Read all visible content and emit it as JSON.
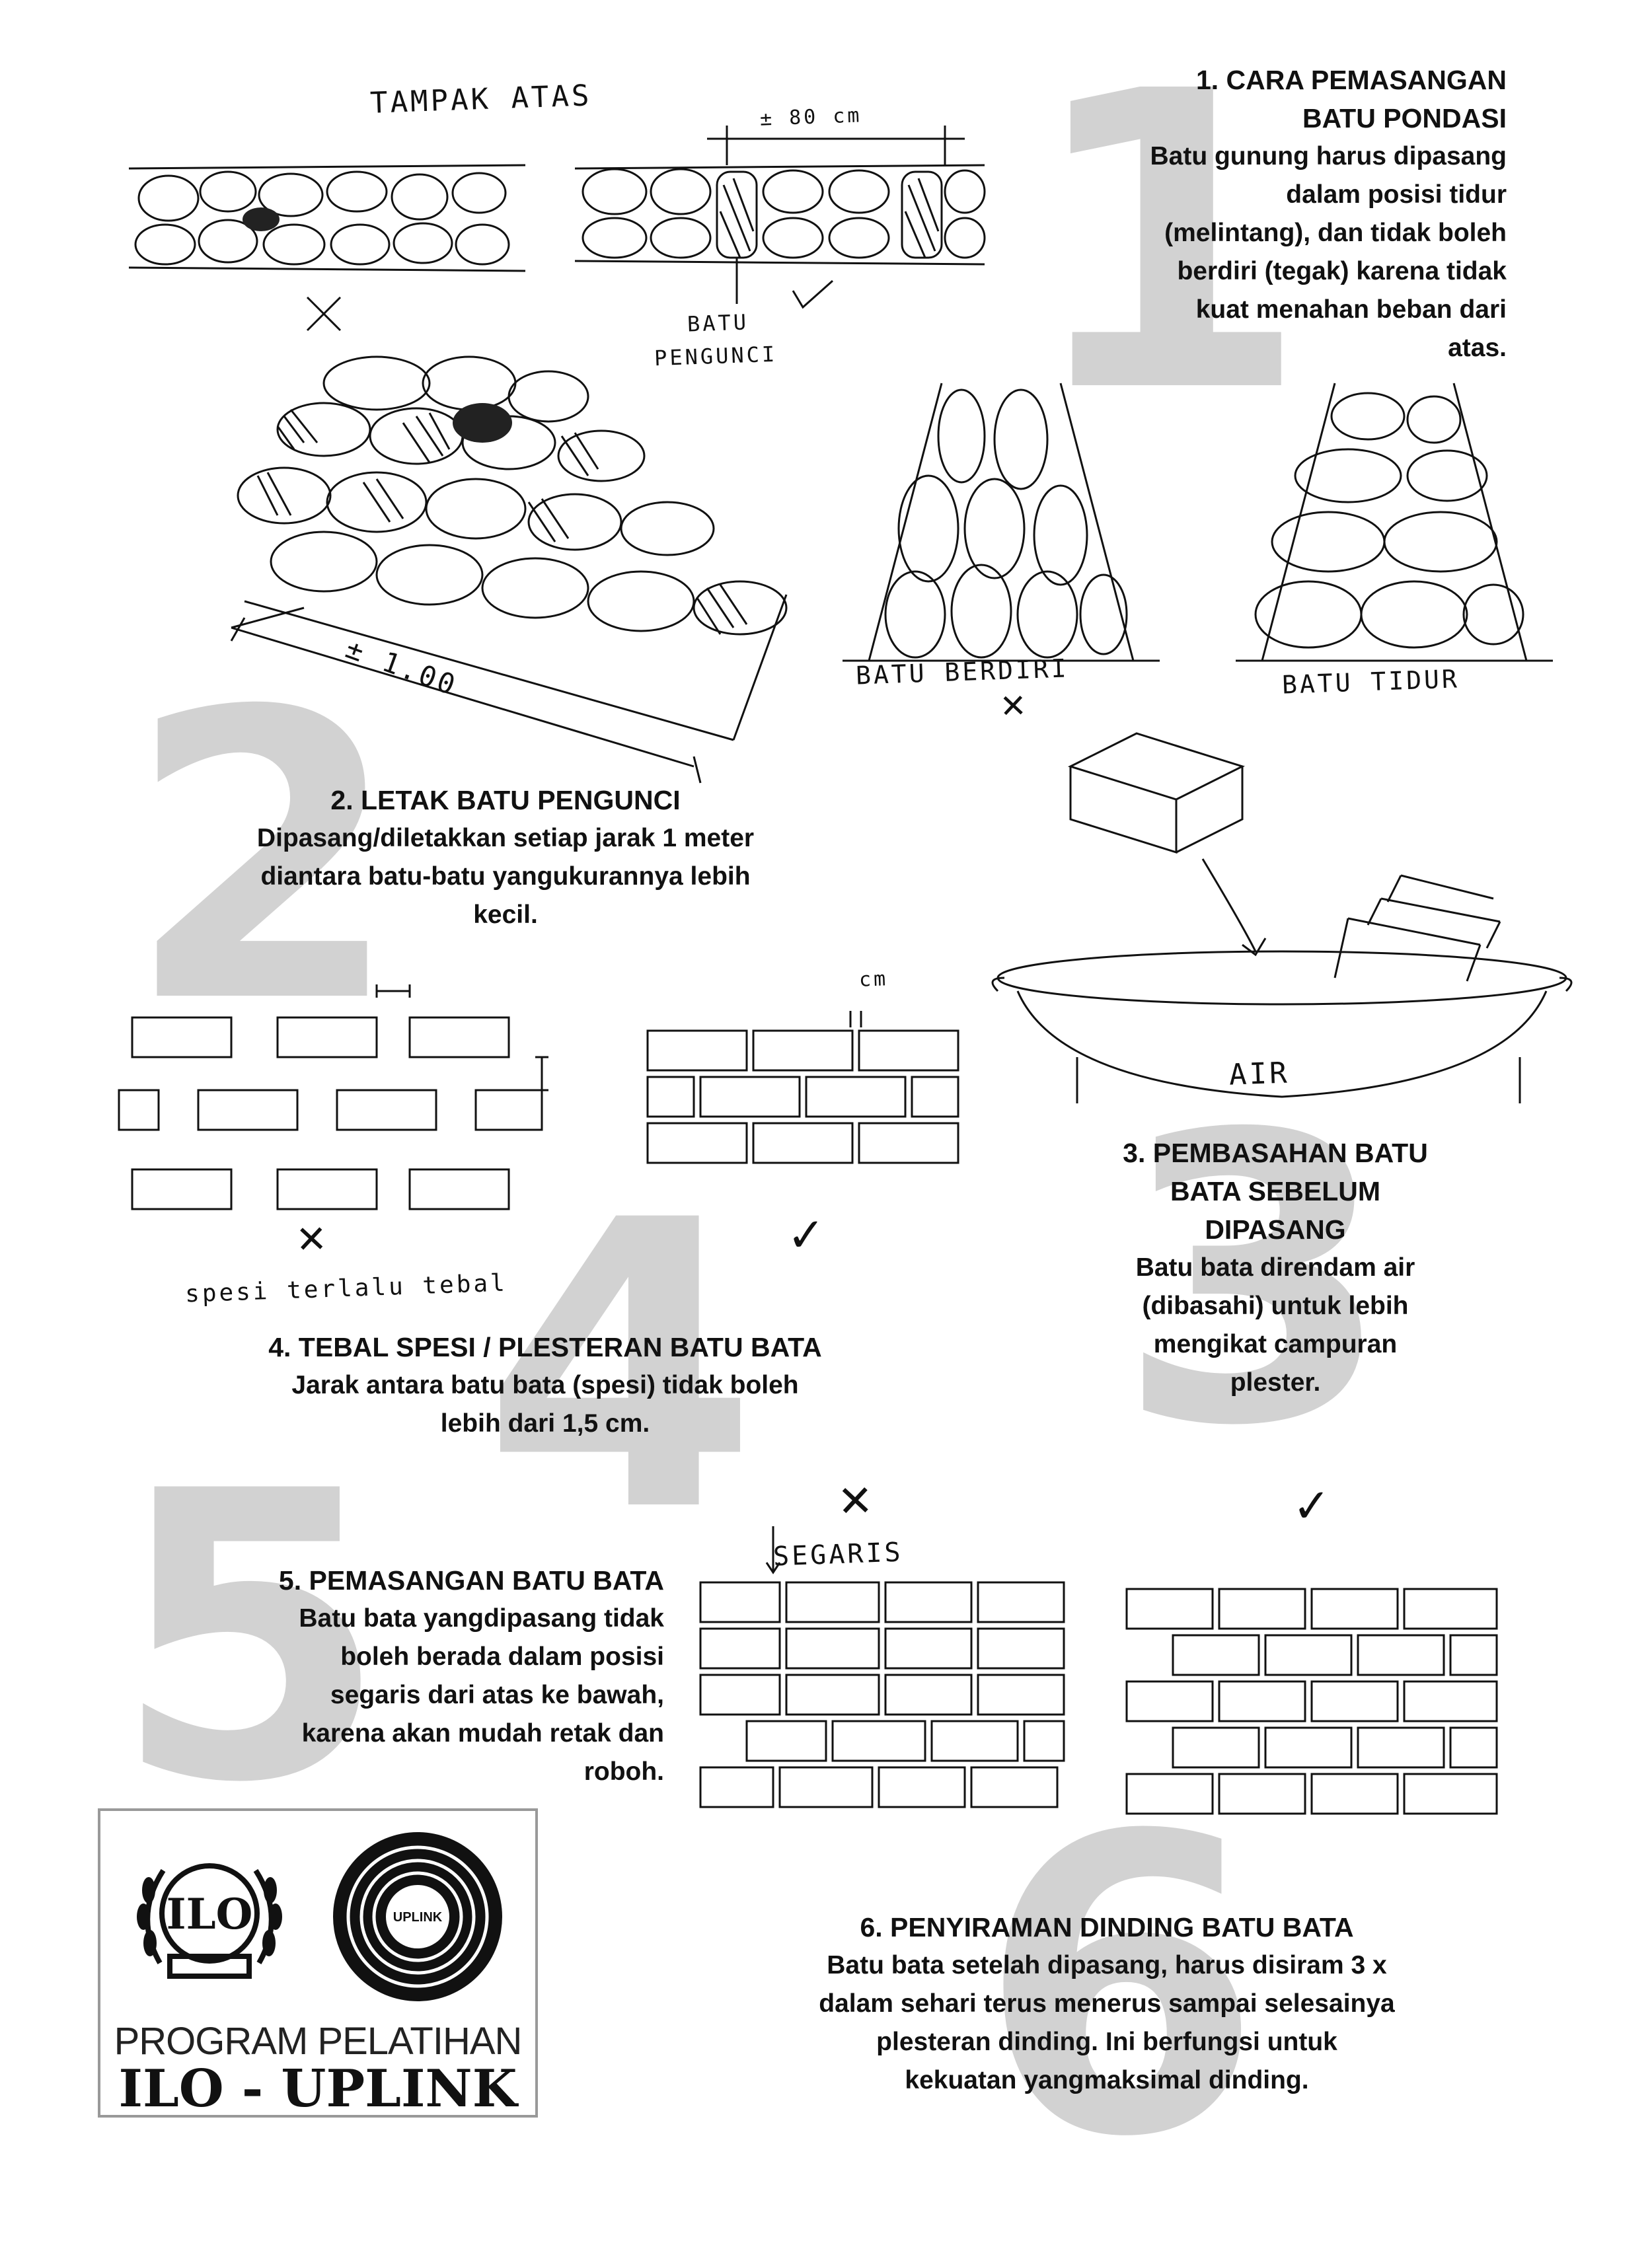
{
  "sections": {
    "s1": {
      "number": "1",
      "title_line1": "1. CARA PEMASANGAN",
      "title_line2": "BATU PONDASI",
      "body_lines": [
        "Batu gunung harus dipasang",
        "dalam posisi tidur",
        "(melintang), dan tidak boleh",
        "berdiri (tegak) karena tidak",
        "kuat menahan beban dari",
        "atas."
      ]
    },
    "s2": {
      "number": "2",
      "title": "2. LETAK BATU PENGUNCI",
      "body_lines": [
        "Dipasang/diletakkan setiap jarak 1 meter",
        "diantara batu-batu yangukurannya lebih",
        "kecil."
      ]
    },
    "s3": {
      "number": "3",
      "title_lines": [
        "3. PEMBASAHAN BATU",
        "BATA SEBELUM",
        "DIPASANG"
      ],
      "body_lines": [
        "Batu bata direndam air",
        "(dibasahi) untuk lebih",
        "mengikat campuran",
        "plester."
      ]
    },
    "s4": {
      "number": "4",
      "title": "4. TEBAL SPESI / PLESTERAN BATU BATA",
      "body_lines": [
        "Jarak antara batu bata (spesi) tidak boleh",
        "lebih dari 1,5 cm."
      ]
    },
    "s5": {
      "number": "5",
      "title": "5. PEMASANGAN BATU BATA",
      "body_lines": [
        "Batu bata yangdipasang tidak",
        "boleh berada dalam posisi",
        "segaris dari atas ke bawah,",
        "karena akan mudah retak dan",
        "roboh."
      ]
    },
    "s6": {
      "number": "6",
      "title": "6. PENYIRAMAN DINDING BATU BATA",
      "body_lines": [
        "Batu bata setelah dipasang, harus disiram 3 x",
        "dalam sehari terus menerus sampai selesainya",
        "plesteran dinding. Ini berfungsi untuk",
        "kekuatan yangmaksimal dinding."
      ]
    }
  },
  "sketch_labels": {
    "tampak_atas": "TAMPAK ATAS",
    "dim_top": "± 80 cm",
    "batu_pengunci_1": "BATU",
    "batu_pengunci_2": "PENGUNCI",
    "dim_one_meter": "± 1.00",
    "batu_berdiri": "BATU BERDIRI",
    "batu_tidur": "BATU TIDUR",
    "air": "AIR",
    "cm": "cm",
    "spesi": "spesi terlalu tebal",
    "segaris": "SEGARIS",
    "wrong": "✕",
    "right": "✓"
  },
  "logo": {
    "ilo_mark": "ILO",
    "uplink_mark": "UPLINK",
    "line1": "PROGRAM PELATIHAN",
    "line2": "ILO - UPLINK"
  },
  "colors": {
    "watermark_number": "#d2d2d2",
    "ink": "#111111"
  }
}
